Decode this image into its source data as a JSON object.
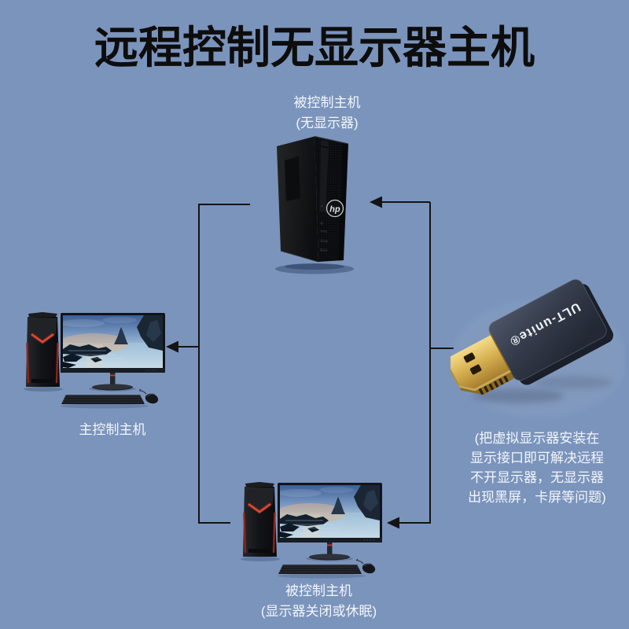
{
  "page": {
    "title": "远程控制无显示器主机",
    "background": "#7b94bc",
    "title_color": "#0d0d0d",
    "line_color": "#141414"
  },
  "top_host": {
    "label": "被控制主机",
    "sublabel": "(无显示器)",
    "brand_logo": "hp"
  },
  "main_host": {
    "label": "主控制主机"
  },
  "bottom_host": {
    "label": "被控制主机",
    "sublabel": "(显示器关闭或休眠)"
  },
  "adapter": {
    "brand": "ULT-unite®",
    "note_lines": [
      "(把虚拟显示器安装在",
      "显示接口即可解决远程",
      "不开显示器，无显示器",
      "出现黑屏，卡屏等问题)"
    ]
  }
}
